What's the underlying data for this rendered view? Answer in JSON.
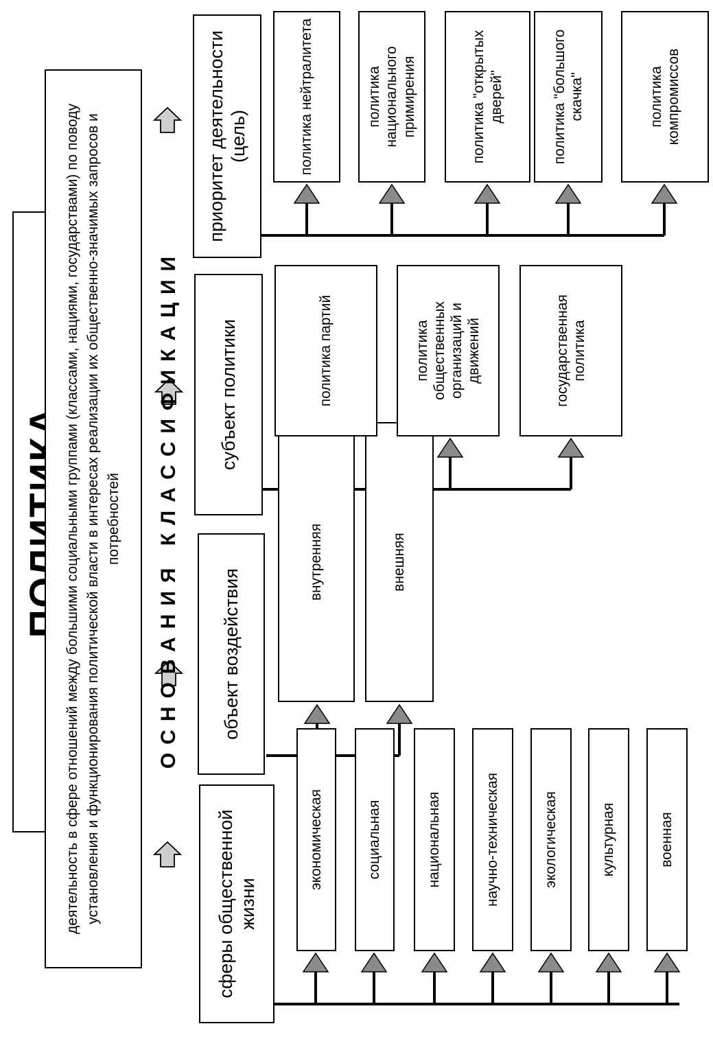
{
  "title": "ПОЛИТИКА",
  "definition": "деятельность в сфере отношений между большими социальными группами (классами, нациями, государствами) по поводу установления и функционирования политической власти в интересах реализации их общественно-значимых запросов и потребностей",
  "basis_label": "ОСНОВАНИЯ КЛАССИФИКАЦИИ",
  "categories": [
    {
      "label": "сферы общественной жизни",
      "items": [
        "экономическая",
        "социальная",
        "национальная",
        "научно-техническая",
        "экологическая",
        "культурная",
        "военная"
      ]
    },
    {
      "label": "объект воздействия",
      "items": [
        "внутренняя",
        "внешняя"
      ]
    },
    {
      "label": "субъект политики",
      "items": [
        "политика партий",
        "политика общественных организаций и движений",
        "государственная политика"
      ]
    },
    {
      "label": "приоритет деятельности (цель)",
      "items": [
        "политика нейтралитета",
        "политика национального примирения",
        "политика \"открытых дверей\"",
        "политика \"большого скачка\"",
        "политика компромиссов"
      ]
    }
  ]
}
